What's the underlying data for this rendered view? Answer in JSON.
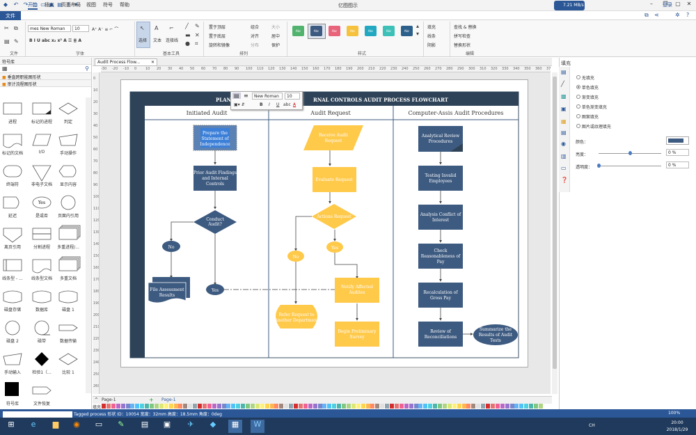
{
  "window": {
    "title": "亿图图示",
    "speed": "7.21 MB/s"
  },
  "menu": {
    "file": "文件",
    "items": [
      "开始",
      "插入",
      "页面布局",
      "视图",
      "符号",
      "帮助"
    ],
    "login": "登录"
  },
  "ribbon": {
    "font_name": "mes New Roman",
    "font_size": "10",
    "groups": [
      "文件",
      "字体",
      "基本工具",
      "排列",
      "样式",
      "编辑"
    ],
    "tools": {
      "select": "选择",
      "text": "文本",
      "connector": "连接线"
    },
    "arrange": [
      "置于顶层",
      "置于底层",
      "旋转和镜像",
      "组合",
      "对齐",
      "分布",
      "大小",
      "居中",
      "保护"
    ],
    "style_swatch": "Abc",
    "style_colors": [
      "#52b36e",
      "#3d5a80",
      "#e8647a",
      "#f6c23e",
      "#23a8c1",
      "#3cc0b8",
      "#2d5f8b"
    ],
    "fill_line": [
      "填充",
      "线条",
      "阴影"
    ],
    "edit": [
      "查找 & 替换",
      "拼写检查",
      "替换形状"
    ]
  },
  "library": {
    "title": "符号库",
    "sections": [
      "垂直跨职能图形状",
      "审计流程图形状"
    ],
    "shapes": [
      "进程",
      "标记的进程",
      "判定",
      "标记的文档",
      "I/O",
      "手动操作",
      "终端符",
      "非电子文档",
      "显示内容",
      "延迟",
      "是或否",
      "页面内引用",
      "离页引用",
      "分割进程",
      "多重进程/...",
      "线条型 - ...",
      "线条型文档",
      "多重文档",
      "磁盘存储",
      "数据库",
      "磁盘 1",
      "磁盘 2",
      "磁带",
      "数据传输",
      "手动输入",
      "检验1（...",
      "比较 1",
      "符号库",
      "文件恢复"
    ],
    "yes_text": "Yes"
  },
  "document": {
    "tab": "Audit Process Flow...",
    "page_tab": "Page-1",
    "page_active": "Page-1",
    "add": "+"
  },
  "flowchart": {
    "title_left": "PLAN",
    "title_right": "RNAL CONTROLS AUDIT PROCESS FLOWCHART",
    "lanes": [
      "Initiated Audit",
      "Audit Request",
      "Computer-Assis Audit Procedures"
    ],
    "lane1": {
      "prepare": [
        "Prepare the",
        "Statement of",
        "Independence"
      ],
      "prior": [
        "Prior Audit Findings",
        "and Internal",
        "Controls"
      ],
      "conduct": [
        "Conduct",
        "Audit?"
      ],
      "no": "No",
      "yes": "Yes",
      "file": [
        "File Assessment",
        "Results"
      ]
    },
    "lane2": {
      "receive": [
        "Receive Audit",
        "Request"
      ],
      "evaluate": "Evaluate Request",
      "actions": "Actions Request",
      "no": "No",
      "yes": "Yes",
      "notify": [
        "Notify Affected",
        "Audites"
      ],
      "refer": [
        "Refer Request to",
        "Another Department"
      ],
      "begin": [
        "Begin Preliminary",
        "Survey"
      ]
    },
    "lane3": {
      "analytical": [
        "Analytical Review",
        "Procedures"
      ],
      "testing": [
        "Testing Invalid",
        "Employees"
      ],
      "conflict": [
        "Analysis Conflict of",
        "Interest"
      ],
      "check": [
        "Check",
        "Reasonableness of",
        "Pay"
      ],
      "recalc": [
        "Recalculation of",
        "Gross Pay"
      ],
      "review": [
        "Review of",
        "Reconciliations"
      ],
      "summarize": [
        "Summarize the",
        "Results of Audit",
        "Tests"
      ]
    },
    "floatbar": {
      "font": "New Roman",
      "size": "10",
      "buttons": [
        "B",
        "I",
        "U",
        "abc",
        "A"
      ]
    }
  },
  "properties": {
    "title": "填充",
    "options": [
      "无填充",
      "单色填充",
      "渐变填充",
      "单色渐变填充",
      "图案填充",
      "图片或纹理填充"
    ],
    "selected": "单色填充",
    "color_label": "颜色：",
    "color": "#3d5a80",
    "brightness_label": "亮度：",
    "brightness": "0 %",
    "transparency_label": "透明度：",
    "transparency": "0 %"
  },
  "palette_label": "填充",
  "status": {
    "text": "Tagged process  形状 ID：10054  宽度：32mm  高度：18.5mm  角度：0deg",
    "zoom": "100%"
  },
  "tray": {
    "lang": "CH",
    "time": "20:00",
    "date": "2018/1/29"
  },
  "colors": {
    "accent": "#2b5797",
    "navy": "#3d5a80",
    "yellow": "#ffc94a",
    "dark": "#2f4358"
  }
}
